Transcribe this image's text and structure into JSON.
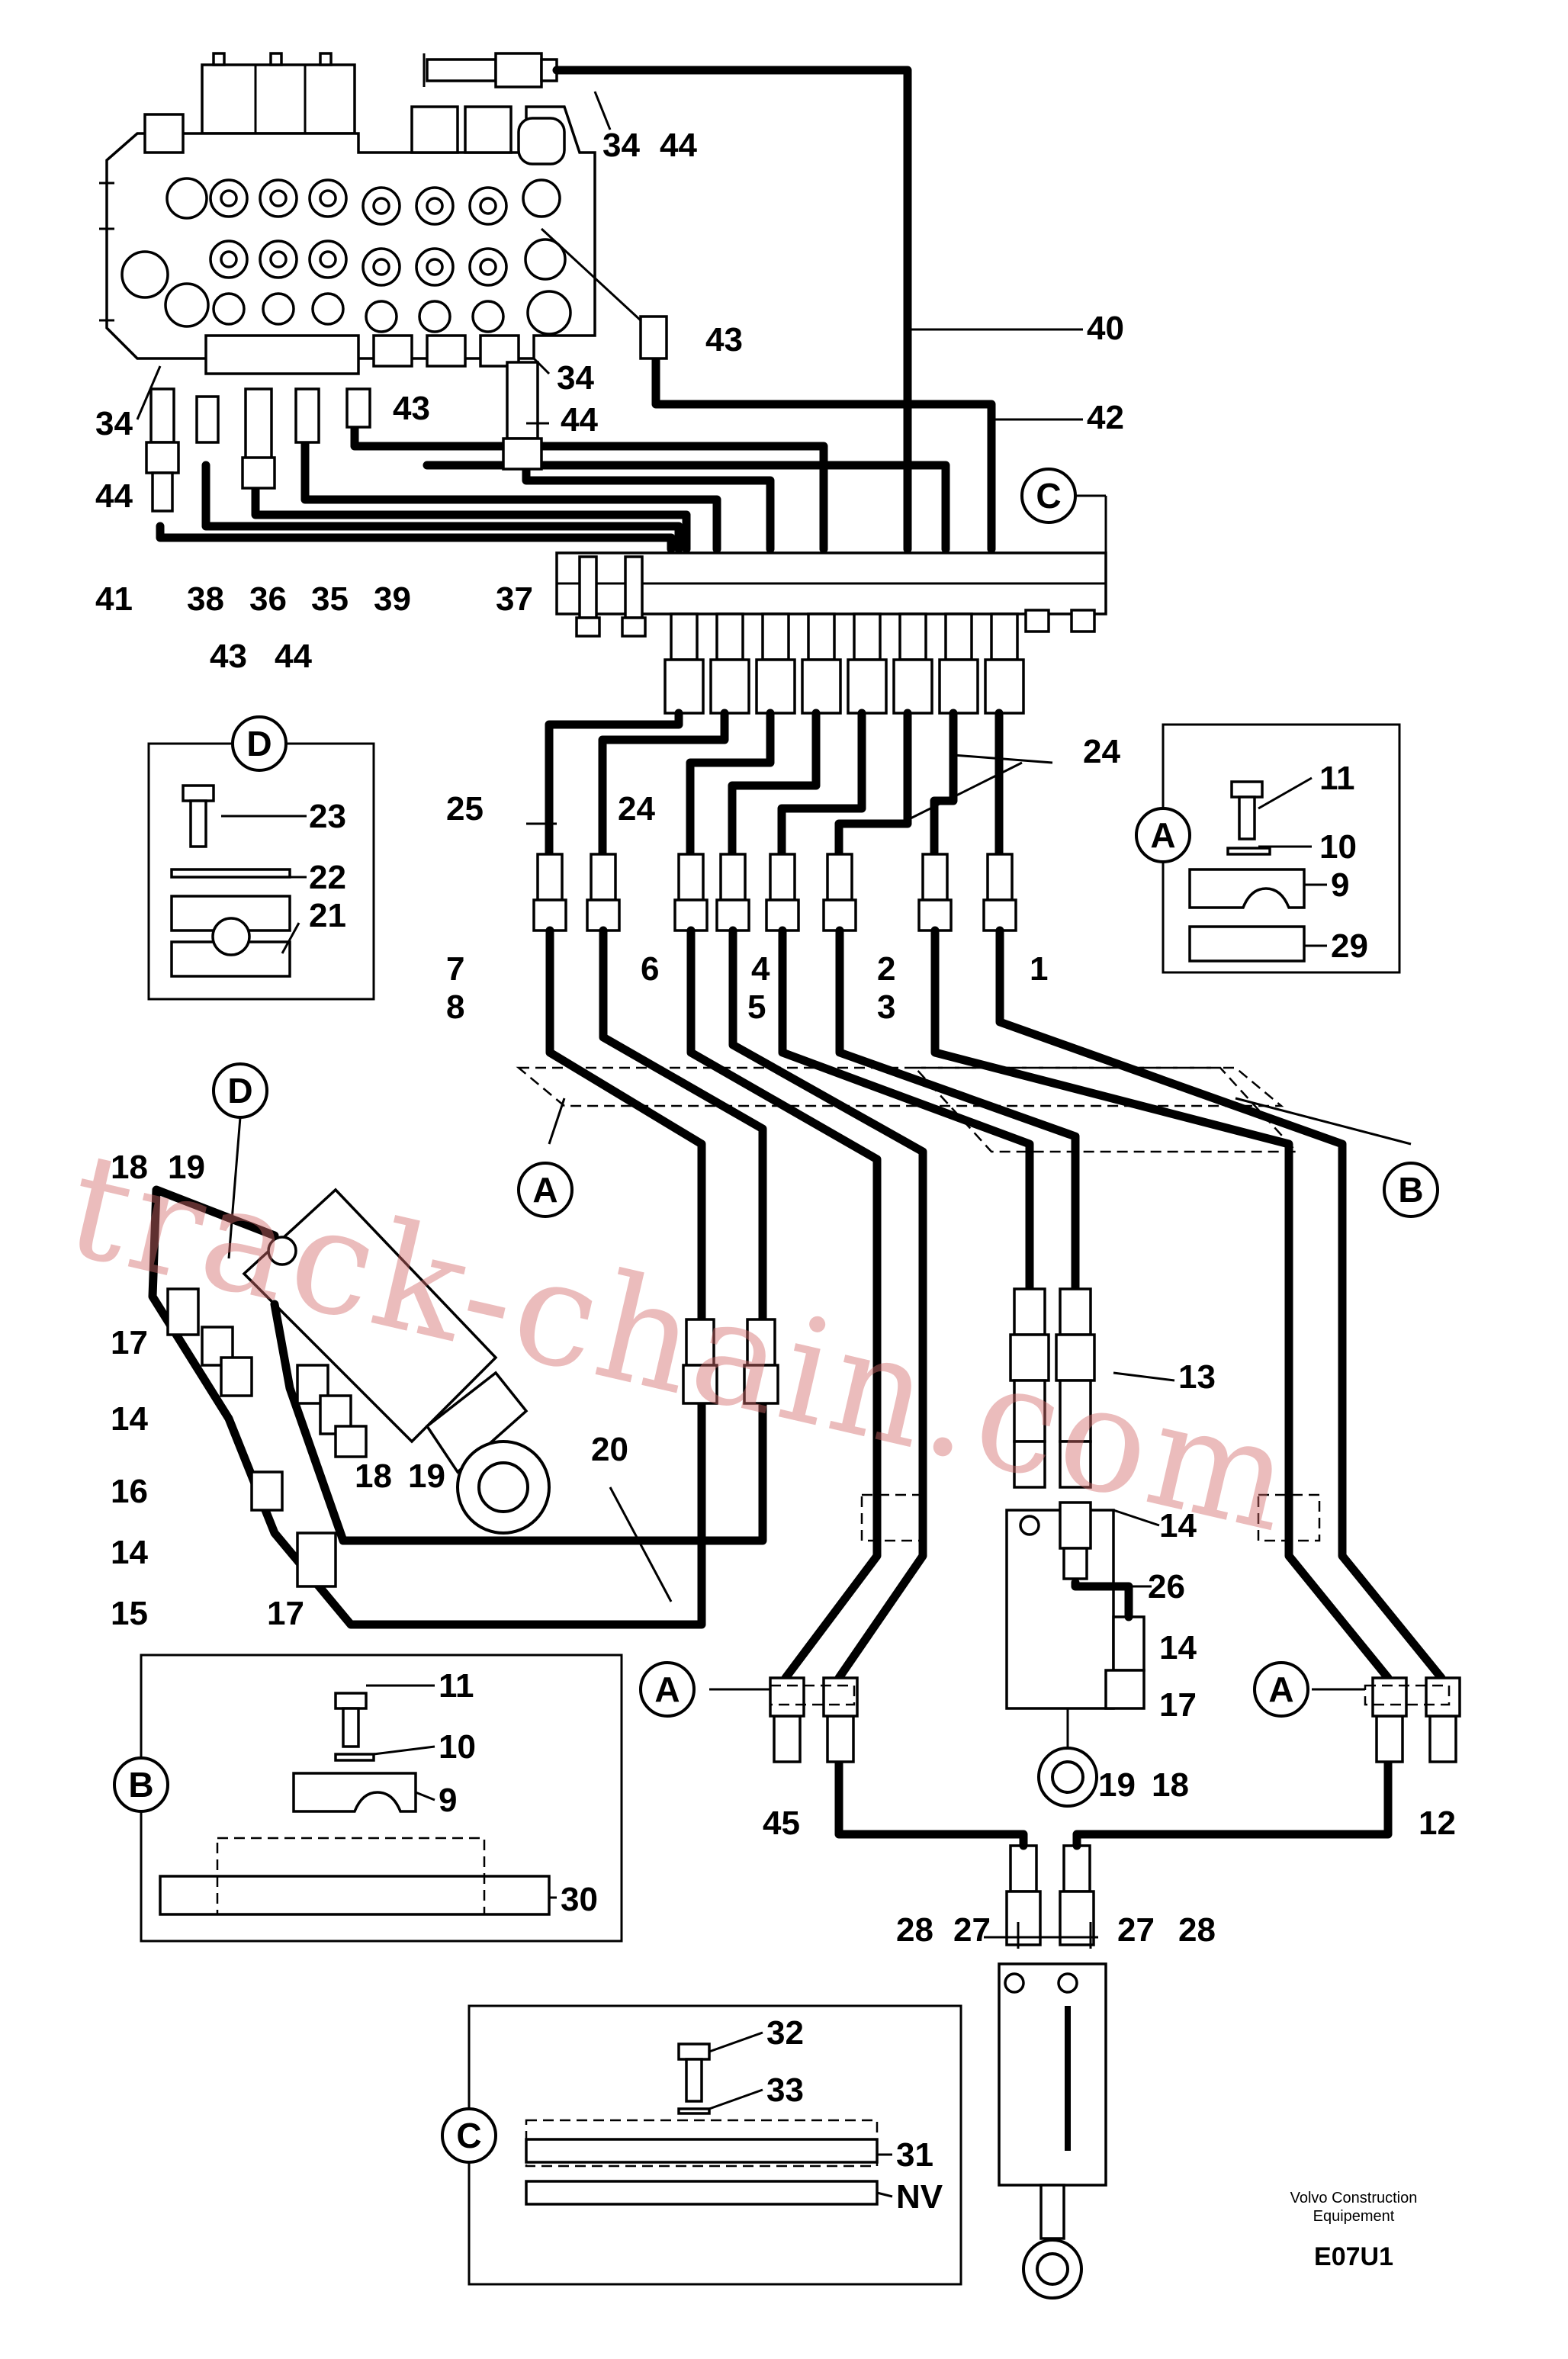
{
  "callouts": {
    "c34a": "34",
    "c44a": "44",
    "c43a": "43",
    "c40": "40",
    "c42": "42",
    "c34b": "34",
    "c43b": "43",
    "c44b": "44",
    "c34c": "34",
    "c44c": "44",
    "c41": "41",
    "c38": "38",
    "c36": "36",
    "c35": "35",
    "c39": "39",
    "c37": "37",
    "c43c": "43",
    "c44d": "44",
    "c24a": "24",
    "c25": "25",
    "c24b": "24",
    "c23": "23",
    "c22": "22",
    "c21": "21",
    "c7": "7",
    "c8": "8",
    "c6": "6",
    "c4": "4",
    "c5": "5",
    "c2": "2",
    "c3": "3",
    "c1": "1",
    "c11a": "11",
    "c10a": "10",
    "c9a": "9",
    "c29": "29",
    "c18a": "18",
    "c19a": "19",
    "c17a": "17",
    "c14a": "14",
    "c16": "16",
    "c14b": "14",
    "c15": "15",
    "c17b": "17",
    "c18b": "18",
    "c19b": "19",
    "c20": "20",
    "c13": "13",
    "c14c": "14",
    "c26": "26",
    "c14d": "14",
    "c17c": "17",
    "c19c": "19",
    "c18c": "18",
    "c45": "45",
    "c12": "12",
    "c28a": "28",
    "c27a": "27",
    "c27b": "27",
    "c28b": "28",
    "c11b": "11",
    "c10b": "10",
    "c9b": "9",
    "c30": "30",
    "c32": "32",
    "c33": "33",
    "c31": "31",
    "cNV": "NV"
  },
  "detail_labels": {
    "C_top": "C",
    "D_box": "D",
    "A_box": "A",
    "A_left": "A",
    "B_right": "B",
    "D_cyl": "D",
    "A_bottom_left": "A",
    "A_bottom_right": "A",
    "B_box": "B",
    "C_box": "C"
  },
  "footer": {
    "maker_line1": "Volvo Construction",
    "maker_line2": "Equipement",
    "code": "E07U1"
  },
  "watermark": "track-chain.com"
}
